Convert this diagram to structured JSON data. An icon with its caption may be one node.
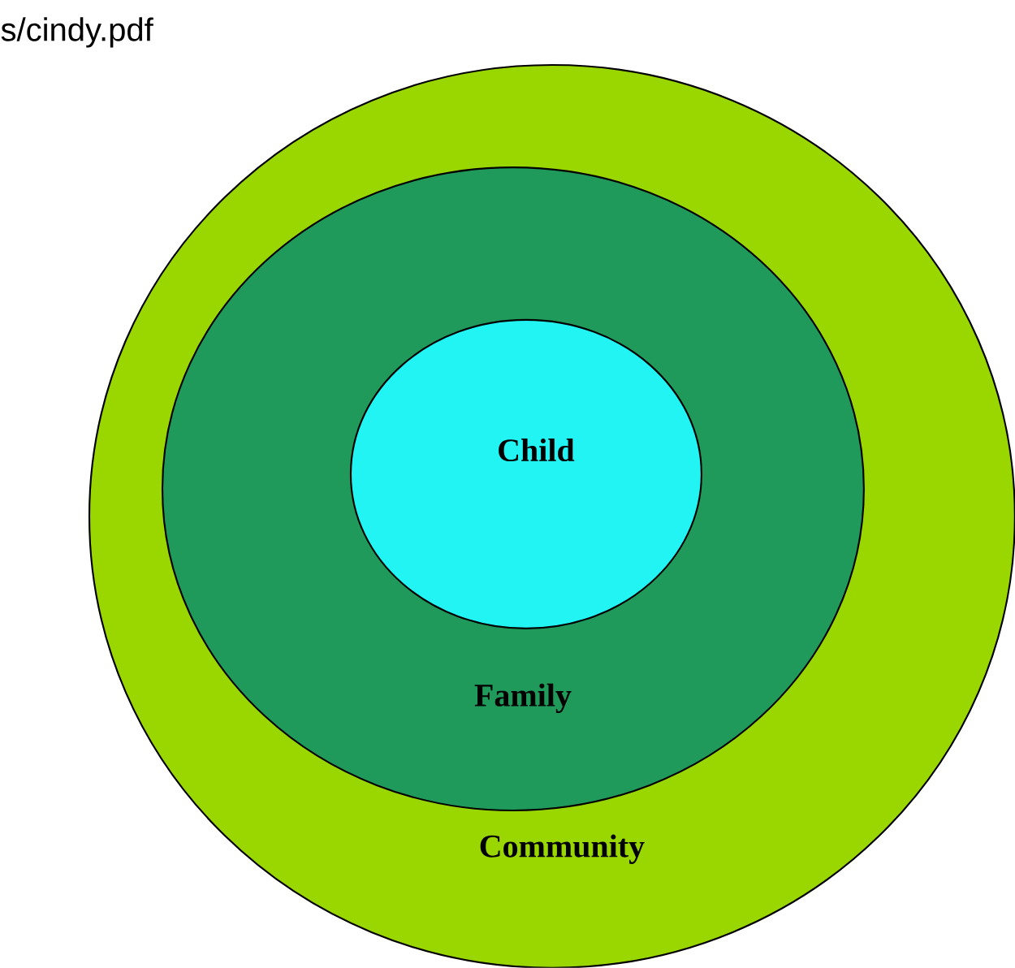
{
  "diagram": {
    "nodes": [
      {
        "text": [
          "Community"
        ]
      },
      {
        "text": [
          "Family"
        ],
        "in": 0
      },
      {
        "text": [
          "Child"
        ],
        "in": 1
      }
    ],
    "labels": [
      "s/cindy.pdf"
    ]
  }
}
